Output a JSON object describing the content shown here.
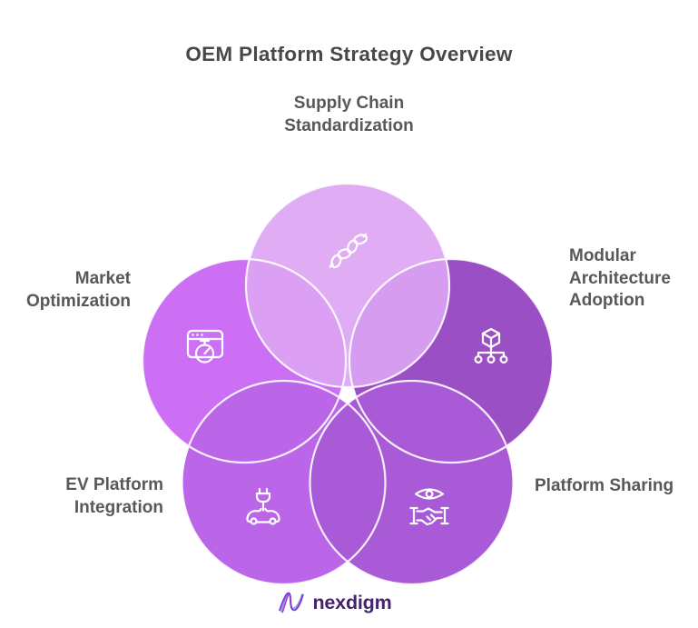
{
  "title": "OEM Platform Strategy Overview",
  "diagram": {
    "type": "venn-flower-5",
    "outline_color": "#ffffff",
    "segments": [
      {
        "id": "supply-chain-standardization",
        "position": "top",
        "label": "Supply Chain\nStandardization",
        "color": "#dda4f4",
        "icon": "chain-link-icon"
      },
      {
        "id": "modular-architecture-adoption",
        "position": "right",
        "label": "Modular\nArchitecture\nAdoption",
        "color": "#9b4fc4",
        "icon": "cube-hierarchy-icon"
      },
      {
        "id": "platform-sharing",
        "position": "bottom-right",
        "label": "Platform Sharing",
        "color": "#a95ad6",
        "icon": "eye-handshake-icon"
      },
      {
        "id": "ev-platform-integration",
        "position": "bottom-left",
        "label": "EV Platform\nIntegration",
        "color": "#bb65e8",
        "icon": "ev-plug-car-icon"
      },
      {
        "id": "market-optimization",
        "position": "left",
        "label": "Market\nOptimization",
        "color": "#cc6ff5",
        "icon": "browser-stopwatch-icon"
      }
    ]
  },
  "colors": {
    "title_text": "#48484a",
    "label_text": "#58585a",
    "background": "#ffffff"
  },
  "footer": {
    "brand": "nexdigm",
    "brand_text_color": "#432270",
    "brand_mark_colors": [
      "#8f9ad6",
      "#7b3fd6",
      "#a92fd0"
    ]
  }
}
